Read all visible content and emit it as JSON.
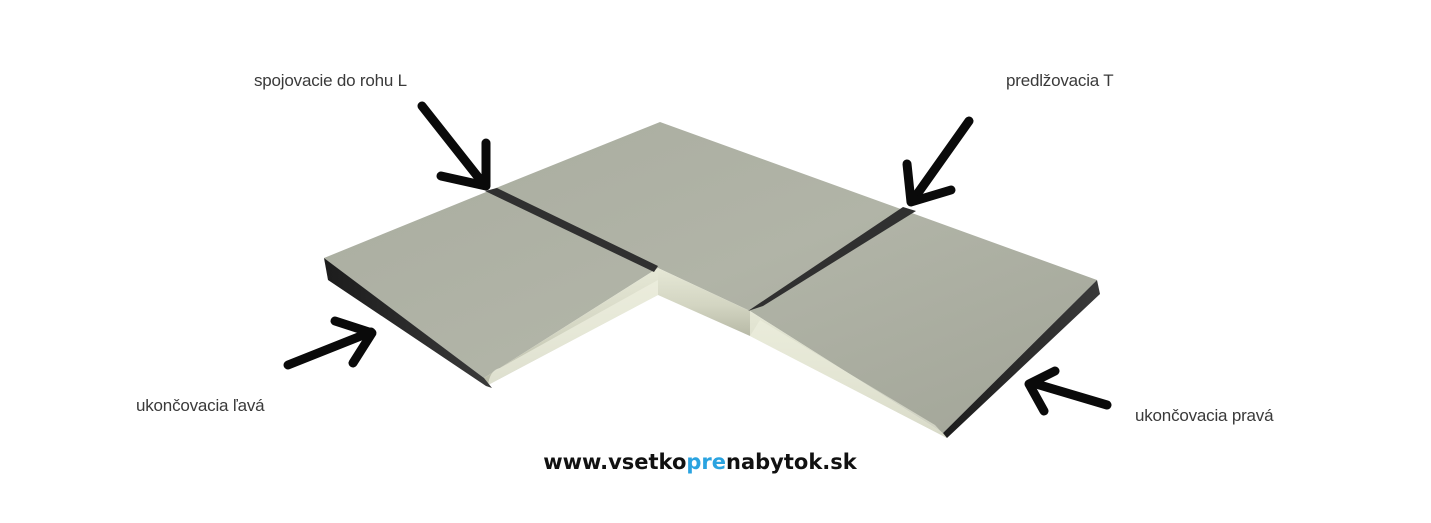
{
  "labels": {
    "corner_connector": "spojovacie do rohu L",
    "extension_tee": "predlžovacia T",
    "end_left": "ukončovacia ľavá",
    "end_right": "ukončovacia pravá"
  },
  "website": {
    "part1": "www.vsetko",
    "part2": "pre",
    "part3": "nabytok.sk"
  },
  "colors": {
    "worktop_top": "#a8ab9f",
    "worktop_front": "#d8dac8",
    "end_cap": "#2b2b2b",
    "connector_strip": "#333333",
    "accent": "#2aa3e0"
  },
  "icons": [
    "arrow-icon"
  ]
}
